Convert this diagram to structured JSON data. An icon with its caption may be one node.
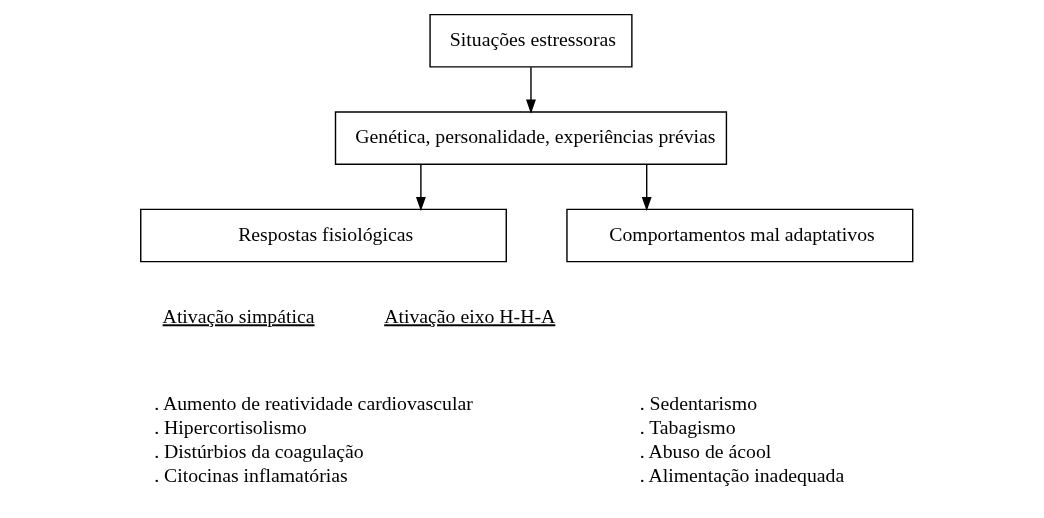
{
  "diagram": {
    "nodes": [
      {
        "text": [
          "Situações estressoras"
        ]
      },
      {
        "text": [
          "Genética, personalidade, experiências prévias"
        ]
      },
      {
        "text": [
          "Respostas fisiológicas"
        ],
        "beside": [
          ". Aumento de reatividade cardiovascular",
          ". Hipercortisolismo",
          ". Distúrbios da coagulação",
          ". Citocinas inflamatórias"
        ]
      },
      {
        "text": [
          "Comportamentos mal adaptativos"
        ],
        "beside": [
          ". Sedentarismo",
          ". Tabagismo",
          ". Abuso de ácool",
          ". Alimentação inadequada"
        ]
      }
    ],
    "edges": [
      {
        "from": 0,
        "to": 1,
        "arrow": "to"
      },
      {
        "from": 1,
        "to": 2,
        "arrow": "to"
      },
      {
        "from": 1,
        "to": 3,
        "arrow": "to"
      }
    ],
    "labels": [
      "Ativação simpática",
      "Ativação eixo H-H-A"
    ]
  }
}
